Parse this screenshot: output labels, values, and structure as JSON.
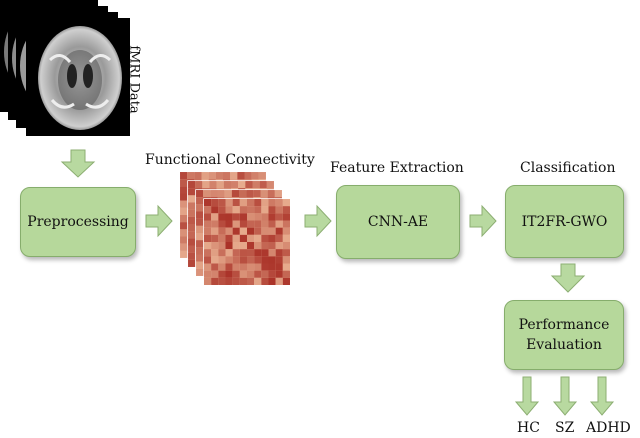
{
  "input_label": "fMRI Data",
  "nodes": {
    "preprocessing": "Preprocessing",
    "cnn_ae": "CNN-AE",
    "classifier": "IT2FR-GWO",
    "evaluation_line1": "Performance",
    "evaluation_line2": "Evaluation"
  },
  "stage_labels": {
    "connectivity": "Functional Connectivity",
    "features": "Feature Extraction",
    "classification": "Classification"
  },
  "outputs": [
    "HC",
    "SZ",
    "ADHD"
  ],
  "colors": {
    "box_fill": "#b6d89b",
    "box_border": "#86ad6c",
    "arrow_fill": "#b8d9a0",
    "arrow_stroke": "#8cae72",
    "matrix_base": "#f3c7a9",
    "matrix_dark": "#c0392b"
  }
}
